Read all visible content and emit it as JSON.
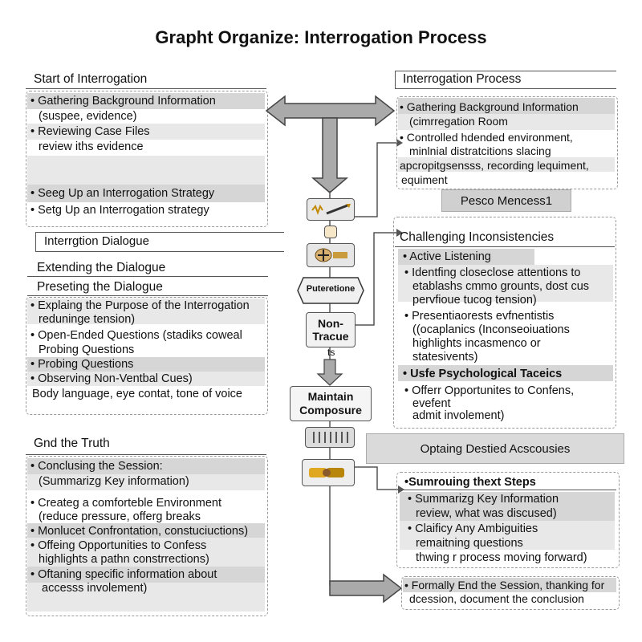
{
  "title": "Grapht Organize: Interrogation Process",
  "left": {
    "start_heading": "Start of Interrogation",
    "start_lines": [
      "• Gathering Background Information",
      "(suspee, evidence)",
      "• Reviewing Case Files",
      "review iths evidence"
    ],
    "strategy_lines": [
      "• Seeg Up an Interrogation Strategy",
      "• Setg Up an Interrogation strategy"
    ],
    "dialogue_heading": "Interrgtion Dialogue",
    "extending_heading": "Extending the Dialogue",
    "preseting_heading": "Preseting the Dialogue",
    "dialogue_lines": [
      "• Explaing the Purpose of the Interrogation",
      "reduninge tension)",
      "• Open-Ended Questions (stadiks coweal",
      "Probing Questions",
      "• Probing Questions",
      "• Observing Non-Ventbal Cues)",
      "Body language, eye contat, tone of voice"
    ],
    "truth_heading": "Gnd the Truth",
    "truth_lines": [
      "• Conclusing the Session:",
      "(Summarizg Key information)",
      "• Createg a comforteble Environment",
      "(reduce pressure, offerg breaks",
      "• Monlucet Confrontation, constuciuctions)",
      "• Offeing Opportunities to Confess",
      "highlights a pathn constrrections)",
      "• Oftaning specific information about",
      "accesss involement)"
    ]
  },
  "center": {
    "node_puter": "Puteretione",
    "node_non": "Non-\nTracue",
    "small_label": "ts",
    "node_maintain": "Maintain\nComposure"
  },
  "right": {
    "process_heading": "Interrogation Process",
    "process_lines": [
      "• Gathering Background Information",
      "(cimrregation Room",
      "• Controlled hdended environment,",
      "minlnial distratcitions slacing",
      "apcropitgsensss, recording lequiment,",
      "equiment"
    ],
    "pesco_label": "Pesco Mencess1",
    "challenging_heading": "Challenging Inconsistencies",
    "challenging_lines": [
      "• Active Listening",
      "• Identfing closeclose attentions to",
      "etablashs cmmo grounts, dost cus",
      "pervfioue tucog tension)",
      "• Presentiaorests evfnentistis",
      "((ocaplanics (Inconseoiuations",
      "highlights incasmenco or",
      "statesivents)",
      "• Usfe Psychological Taceics",
      "• Offerr Opportunites to Confens,",
      "evefent",
      "admit involement)"
    ],
    "optaing_label": "Optaing Destied Acscousies",
    "steps_heading": "•Sumrouing thext Steps",
    "steps_lines": [
      "• Summarizg Key Information",
      "review, what was discused)",
      "• Claificy Any Ambiguities",
      "remaitning questions",
      "thwing r process moving forward)"
    ],
    "end_lines": [
      "• Formally End the Session, thanking for",
      "dcession, document the conclusion"
    ]
  }
}
